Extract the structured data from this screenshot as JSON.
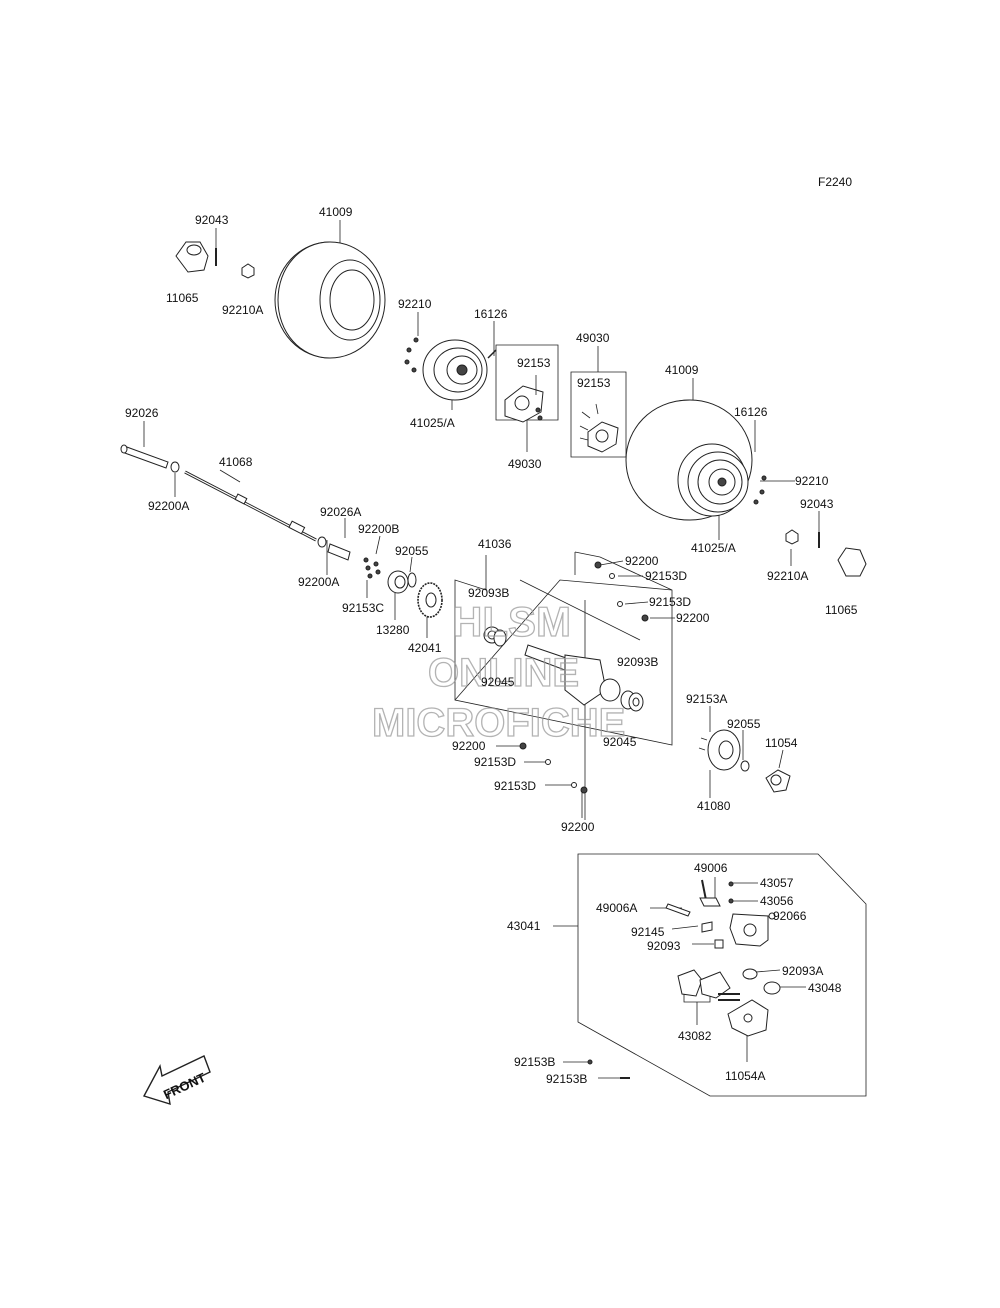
{
  "figure_code": "F2240",
  "front_label": "FRONT",
  "watermark": {
    "line1": "HLSM",
    "line2": "ONLINE",
    "line3": "MICROFICHE"
  },
  "parts": {
    "p92043a": "92043",
    "p41009a": "41009",
    "p11065a": "11065",
    "p92210Aa": "92210A",
    "p92210a": "92210",
    "p16126a": "16126",
    "p49030top": "49030",
    "p92153a": "92153",
    "p92153b": "92153",
    "p41009b": "41009",
    "p92026": "92026",
    "p41025a": "41025/A",
    "p49030bot": "49030",
    "p16126b": "16126",
    "p41068": "41068",
    "p92200Aa": "92200A",
    "p92210b": "92210",
    "p92043b": "92043",
    "p92026A": "92026A",
    "p92200B": "92200B",
    "p41025b": "41025/A",
    "p41036": "41036",
    "p92055a": "92055",
    "p92200a": "92200",
    "p92153Da": "92153D",
    "p92210Ab": "92210A",
    "p11065b": "11065",
    "p92200Ab": "92200A",
    "p92093Ba": "92093B",
    "p92153C": "92153C",
    "p92153Db": "92153D",
    "p92200b": "92200",
    "p13280": "13280",
    "p92093Bb": "92093B",
    "p42041": "42041",
    "p92045a": "92045",
    "p92153A": "92153A",
    "p92055b": "92055",
    "p11054": "11054",
    "p92045b": "92045",
    "p92200c": "92200",
    "p92153Dc": "92153D",
    "p41080": "41080",
    "p92153Dd": "92153D",
    "p92200d": "92200",
    "p49006": "49006",
    "p43057": "43057",
    "p43056": "43056",
    "p49006A": "49006A",
    "p92066": "92066",
    "p43041": "43041",
    "p92145": "92145",
    "p92093": "92093",
    "p92093A": "92093A",
    "p43048": "43048",
    "p43082": "43082",
    "p11054A": "11054A",
    "p92153Ba": "92153B",
    "p92153Bb": "92153B"
  }
}
